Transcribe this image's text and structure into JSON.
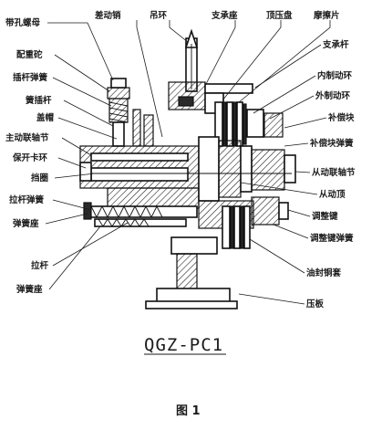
{
  "labels": {
    "left": {
      "nut": "带孔螺母",
      "weight": "配重砣",
      "plunger_spring": "插杆弹簧",
      "spring_plunger": "簧插杆",
      "cap": "盖帽",
      "driving_joint": "主动联轴节",
      "snap_ring": "保开卡环",
      "stop_block": "挡圈",
      "pull_rod_spring": "拉杆弹簧",
      "spring_seat_upper": "弹簧座",
      "pull_rod": "拉杆",
      "spring_seat_lower": "弹簧座"
    },
    "top": {
      "differential_pin": "差动销",
      "hanging_ring": "吊环",
      "bearing_seat": "支承座",
      "top_pressure_plate": "顶压盘",
      "friction_plate": "摩擦片"
    },
    "right": {
      "support_rod": "支承杆",
      "inner_friction_ring": "内制动环",
      "outer_friction_ring": "外制动环",
      "compensation_block": "补偿块",
      "compensation_block_spring": "补偿块弹簧",
      "driven_joint": "从动联轴节",
      "driven_top": "从动顶",
      "adjusting_key": "调整键",
      "adjusting_key_spring": "调整键弹簧",
      "oil_seal_sleeve": "油封铜套",
      "pressure_plate": "压板"
    }
  },
  "model": "QGZ-PC1",
  "figure_caption": "图 1"
}
